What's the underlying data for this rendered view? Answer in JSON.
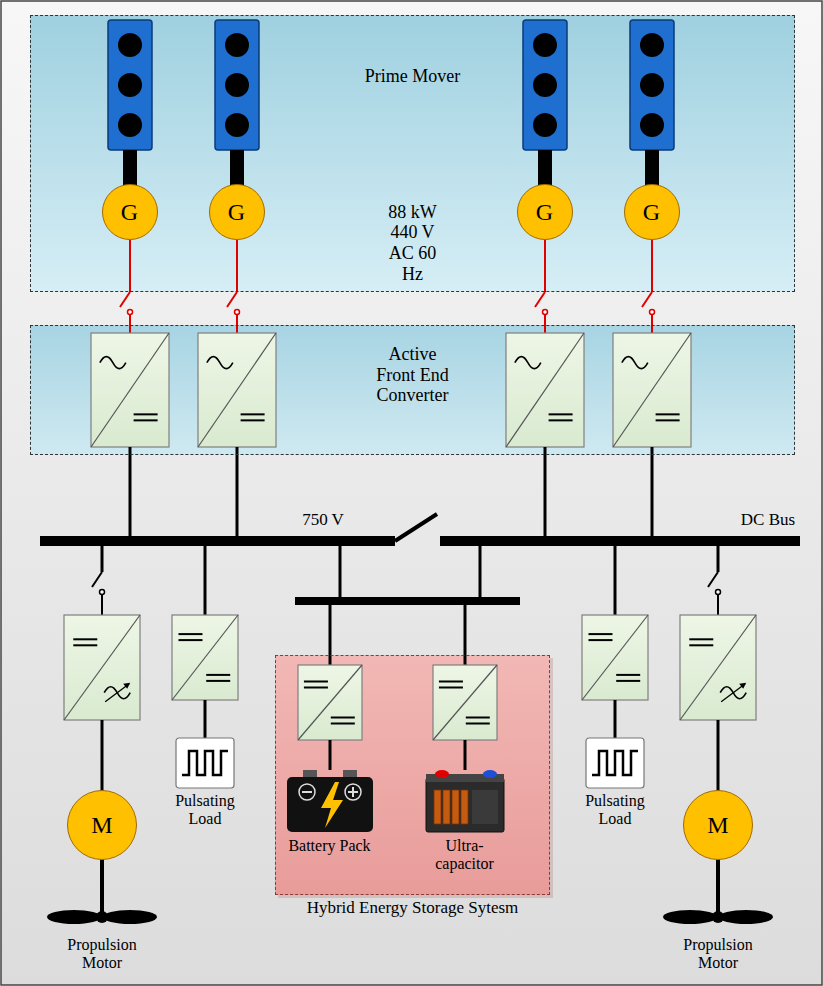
{
  "diagram": {
    "nodes": [
      {
        "text": [
          "Prime Mover",
          "88 kW 440 V AC 60 Hz"
        ]
      },
      {
        "text": [
          "G"
        ],
        "in": 0
      },
      {
        "text": [
          "G"
        ],
        "in": 0
      },
      {
        "text": [
          "G"
        ],
        "in": 0
      },
      {
        "text": [
          "G"
        ],
        "in": 0
      },
      {
        "text": [
          "Active Front End Converter"
        ]
      },
      {
        "text": [
          "M"
        ]
      },
      {
        "text": [
          "Pulsating Load"
        ]
      },
      {
        "text": [
          "Hybrid Energy Storage Sytesm"
        ]
      },
      {
        "text": [
          "Battery Pack"
        ],
        "in": 8
      },
      {
        "text": [
          "Ultra- capacitor"
        ],
        "in": 8
      },
      {
        "text": [
          "Pulsating Load"
        ]
      },
      {
        "text": [
          "M"
        ]
      }
    ],
    "labels": [
      "750 V",
      "DC Bus",
      "Propulsion Motor",
      "Propulsion Motor"
    ]
  }
}
